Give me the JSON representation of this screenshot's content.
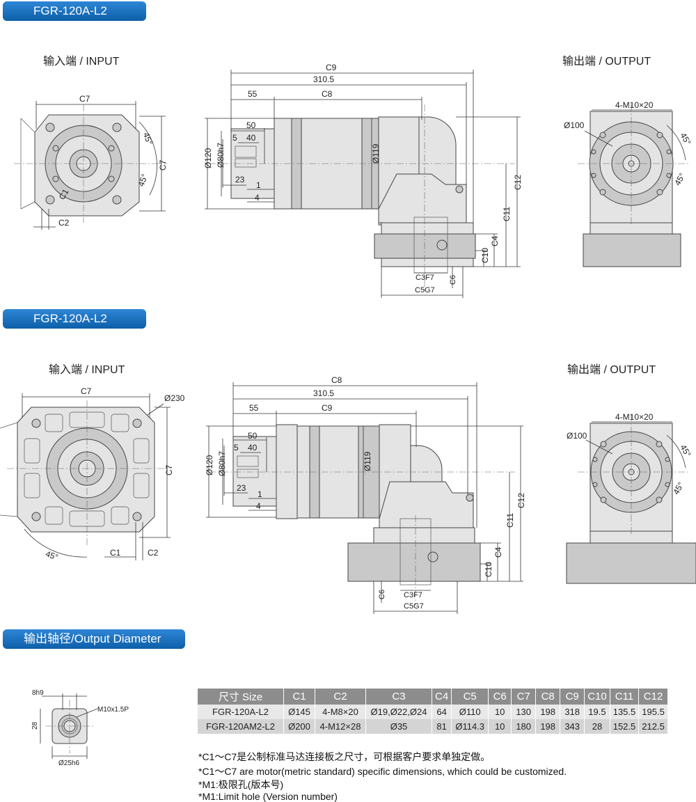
{
  "section1": {
    "title": "FGR-120A-L2",
    "input_label": "输入端 / INPUT",
    "output_label": "输出端 / OUTPUT",
    "input_view": {
      "c7_top": "C7",
      "c7_side": "C7",
      "angle1": "45°",
      "angle2": "45°",
      "c1": "C1",
      "c2": "C2"
    },
    "side_view": {
      "c9": "C9",
      "len": "310.5",
      "d55": "55",
      "c8": "C8",
      "d50": "50",
      "d40": "40",
      "d5": "5",
      "d23": "23",
      "d1": "1",
      "d4": "4",
      "dia120": "Ø120",
      "dia80": "Ø80h7",
      "dia119": "Ø119",
      "c12": "C12",
      "c11": "C11",
      "c4": "C4",
      "c10": "C10",
      "c3": "C3F7",
      "c6": "C6",
      "c5": "C5G7"
    },
    "output_view": {
      "bolts": "4-M10×20",
      "dia100": "Ø100",
      "angle1": "45°",
      "angle2": "45°"
    }
  },
  "section2": {
    "title": "FGR-120A-L2",
    "input_label": "输入端 / INPUT",
    "output_label": "输出端 / OUTPUT",
    "input_view": {
      "c7_top": "C7",
      "c7_side": "C7",
      "dia230": "Ø230",
      "angle": "45°",
      "c1": "C1",
      "c2": "C2"
    },
    "side_view": {
      "c8": "C8",
      "len": "310.5",
      "d55": "55",
      "c9": "C9",
      "d50": "50",
      "d40": "40",
      "d5": "5",
      "d23": "23",
      "d1": "1",
      "d4": "4",
      "dia120": "Ø120",
      "dia80": "Ø80h7",
      "dia119": "Ø119",
      "c12": "C12",
      "c11": "C11",
      "c4": "C4",
      "c10": "C10",
      "c3": "C3F7",
      "c6": "C6",
      "c5": "C5G7"
    },
    "output_view": {
      "bolts": "4-M10×20",
      "dia100": "Ø100",
      "angle1": "45°",
      "angle2": "45°"
    }
  },
  "section3": {
    "title": "输出轴径/Output Diameter",
    "shaft": {
      "key": "8h9",
      "thread": "M10x1.5P",
      "height": "28",
      "dia": "Ø25h6"
    }
  },
  "table": {
    "headers": [
      "尺寸 Size",
      "C1",
      "C2",
      "C3",
      "C4",
      "C5",
      "C6",
      "C7",
      "C8",
      "C9",
      "C10",
      "C11",
      "C12"
    ],
    "rows": [
      [
        "FGR-120A-L2",
        "Ø145",
        "4-M8×20",
        "Ø19,Ø22,Ø24",
        "64",
        "Ø110",
        "10",
        "130",
        "198",
        "318",
        "19.5",
        "135.5",
        "195.5"
      ],
      [
        "FGR-120AM2-L2",
        "Ø200",
        "4-M12×28",
        "Ø35",
        "81",
        "Ø114.3",
        "10",
        "180",
        "198",
        "343",
        "28",
        "152.5",
        "212.5"
      ]
    ]
  },
  "notes": [
    "*C1～C7是公制标准马达连接板之尺寸，可根据客户要求单独定做。",
    "*C1～C7 are motor(metric standard) specific dimensions, which could be customized.",
    "*M1:极限孔(版本号)",
    "*M1:Limit hole (Version number)"
  ]
}
